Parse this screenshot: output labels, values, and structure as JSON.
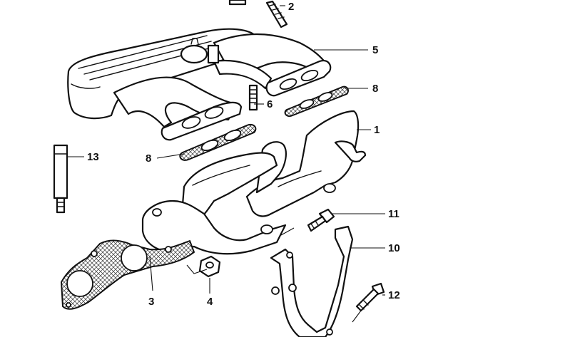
{
  "callouts": {
    "c1": "1",
    "c2": "2",
    "c3": "3",
    "c4": "4",
    "c5": "5",
    "c6": "6",
    "c8a": "8",
    "c8b": "8",
    "c10": "10",
    "c11": "11",
    "c12": "12",
    "c13": "13"
  }
}
